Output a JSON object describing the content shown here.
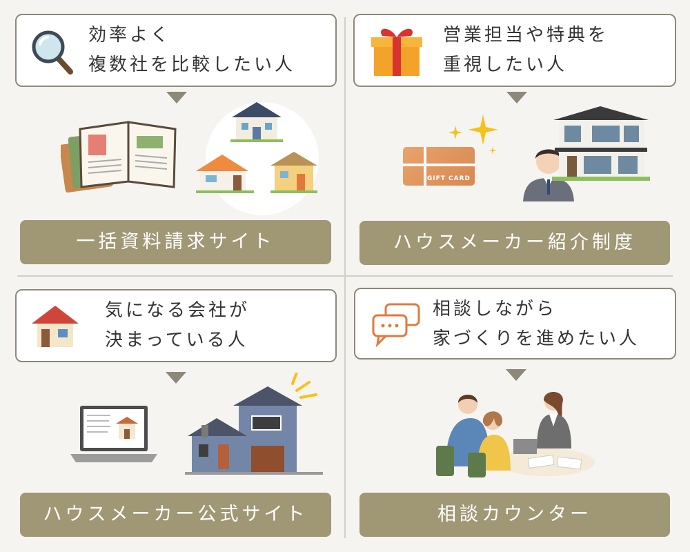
{
  "panels": [
    {
      "bubble_lines": [
        "効率よく",
        "複数社を比較したい人"
      ],
      "icon": "magnifier-icon",
      "illustration": "catalog-books-and-houses",
      "banner_label": "一括資料請求サイト"
    },
    {
      "bubble_lines": [
        "営業担当や特典を",
        "重視したい人"
      ],
      "icon": "gift-box-icon",
      "illustration": "gift-card-salesperson-modern-house",
      "banner_label": "ハウスメーカー紹介制度",
      "gift_card_label": "GIFT CARD"
    },
    {
      "bubble_lines": [
        "気になる会社が",
        "決まっている人"
      ],
      "icon": "house-icon",
      "illustration": "laptop-and-blue-house",
      "banner_label": "ハウスメーカー公式サイト"
    },
    {
      "bubble_lines": [
        "相談しながら",
        "家づくりを進めたい人"
      ],
      "icon": "chat-bubbles-icon",
      "illustration": "consultation-meeting",
      "banner_label": "相談カウンター"
    }
  ],
  "colors": {
    "background": "#f6f4f0",
    "bubble_border": "#8d8878",
    "banner": "#a09775",
    "divider": "#d3cfc7",
    "accent_orange": "#e07a3c"
  }
}
